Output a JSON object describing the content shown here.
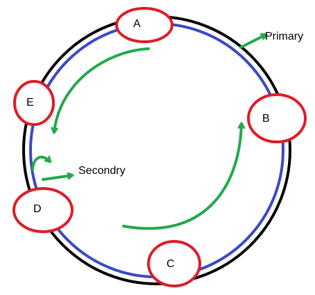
{
  "nodes": {
    "a": "A",
    "b": "B",
    "c": "C",
    "d": "D",
    "e": "E"
  },
  "labels": {
    "primary": "Primary",
    "secondary": "Secondry"
  },
  "colors": {
    "outer_ring": "#000000",
    "inner_ring": "#3b48c7",
    "node_outline": "#e01b24",
    "arrow": "#22a94a",
    "background": "#ffffff"
  }
}
